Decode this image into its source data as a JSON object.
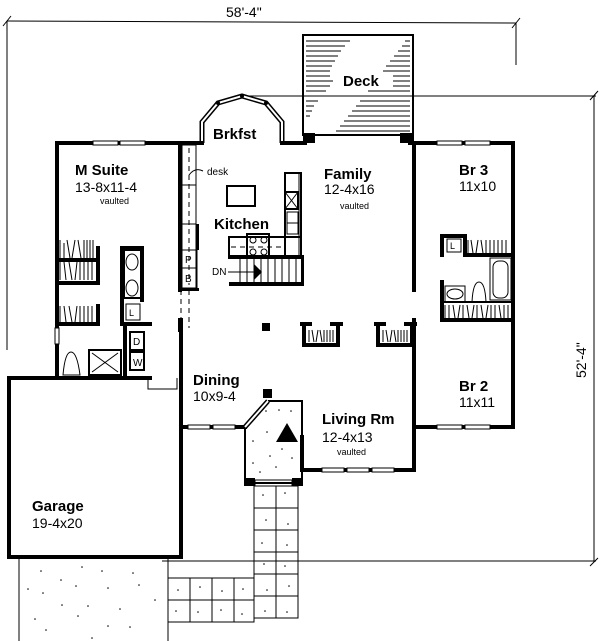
{
  "dimensions": {
    "width_label": "58'-4\"",
    "depth_label": "52'-4\""
  },
  "rooms": {
    "deck": {
      "name": "Deck"
    },
    "brkfst": {
      "name": "Brkfst"
    },
    "m_suite": {
      "name": "M Suite",
      "size": "13-8x11-4",
      "note": "vaulted"
    },
    "family": {
      "name": "Family",
      "size": "12-4x16",
      "note": "vaulted"
    },
    "kitchen": {
      "name": "Kitchen"
    },
    "br3": {
      "name": "Br 3",
      "size": "11x10"
    },
    "br2": {
      "name": "Br 2",
      "size": "11x11"
    },
    "dining": {
      "name": "Dining",
      "size": "10x9-4"
    },
    "living": {
      "name": "Living Rm",
      "size": "12-4x13",
      "note": "vaulted"
    },
    "garage": {
      "name": "Garage",
      "size": "19-4x20"
    }
  },
  "fixtures": {
    "desk": "desk",
    "pantry": "P",
    "broom": "B",
    "stairs_down": "DN",
    "linen_suite": "L",
    "linen_bath": "L",
    "dryer": "D",
    "washer": "W"
  }
}
